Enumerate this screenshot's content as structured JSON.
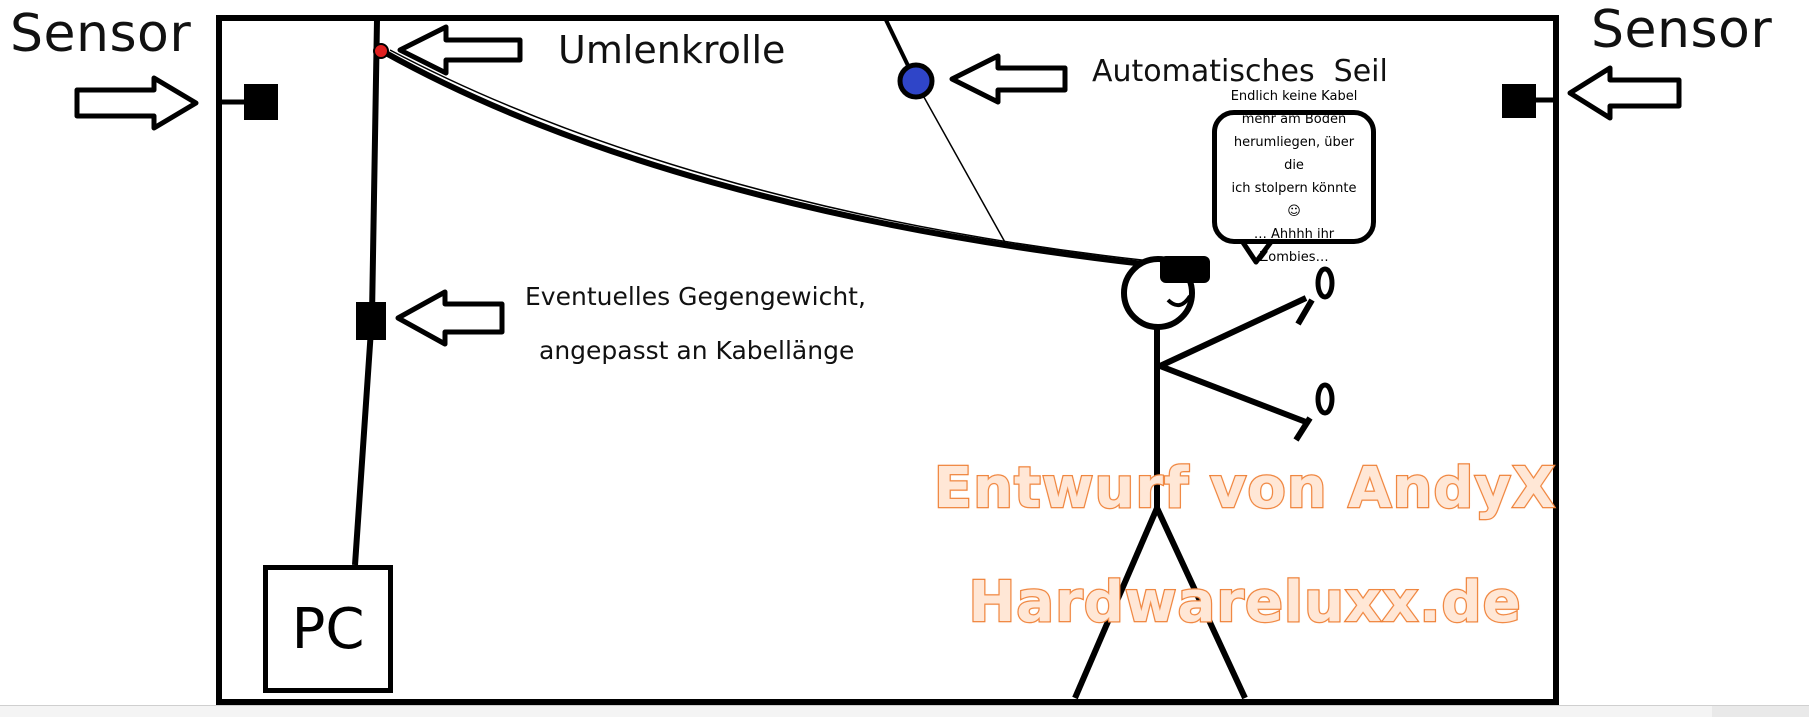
{
  "labels": {
    "sensor_left": "Sensor",
    "sensor_right": "Sensor",
    "pulley": "Umlenkrolle",
    "auto_rope": "Automatisches  Seil",
    "counterweight_line1": "Eventuelles Gegengewicht,",
    "counterweight_line2": "angepasst an Kabellänge",
    "pc": "PC"
  },
  "speech_bubble": {
    "lines": [
      "Endlich keine Kabel",
      "mehr am Boden",
      "herumliegen, über die",
      "ich stolpern könnte ☺",
      "… Ahhhh ihr Zombies…"
    ]
  },
  "watermark": {
    "line1": "Entwurf von AndyX",
    "line2": "Hardwareluxx.de"
  },
  "colors": {
    "outline": "#000000",
    "pulley": "#e02020",
    "rope_knot": "#2f45c8",
    "watermark_stroke": "#ee7f35",
    "watermark_fill": "#ffe7d6"
  },
  "icons": {
    "arrow": "hollow-arrow-icon",
    "sensor": "sensor-block-icon",
    "pulley": "pulley-icon",
    "knot": "rope-knot-icon",
    "counterweight": "counterweight-icon",
    "vr_headset": "vr-headset-icon",
    "controller": "controller-icon"
  }
}
